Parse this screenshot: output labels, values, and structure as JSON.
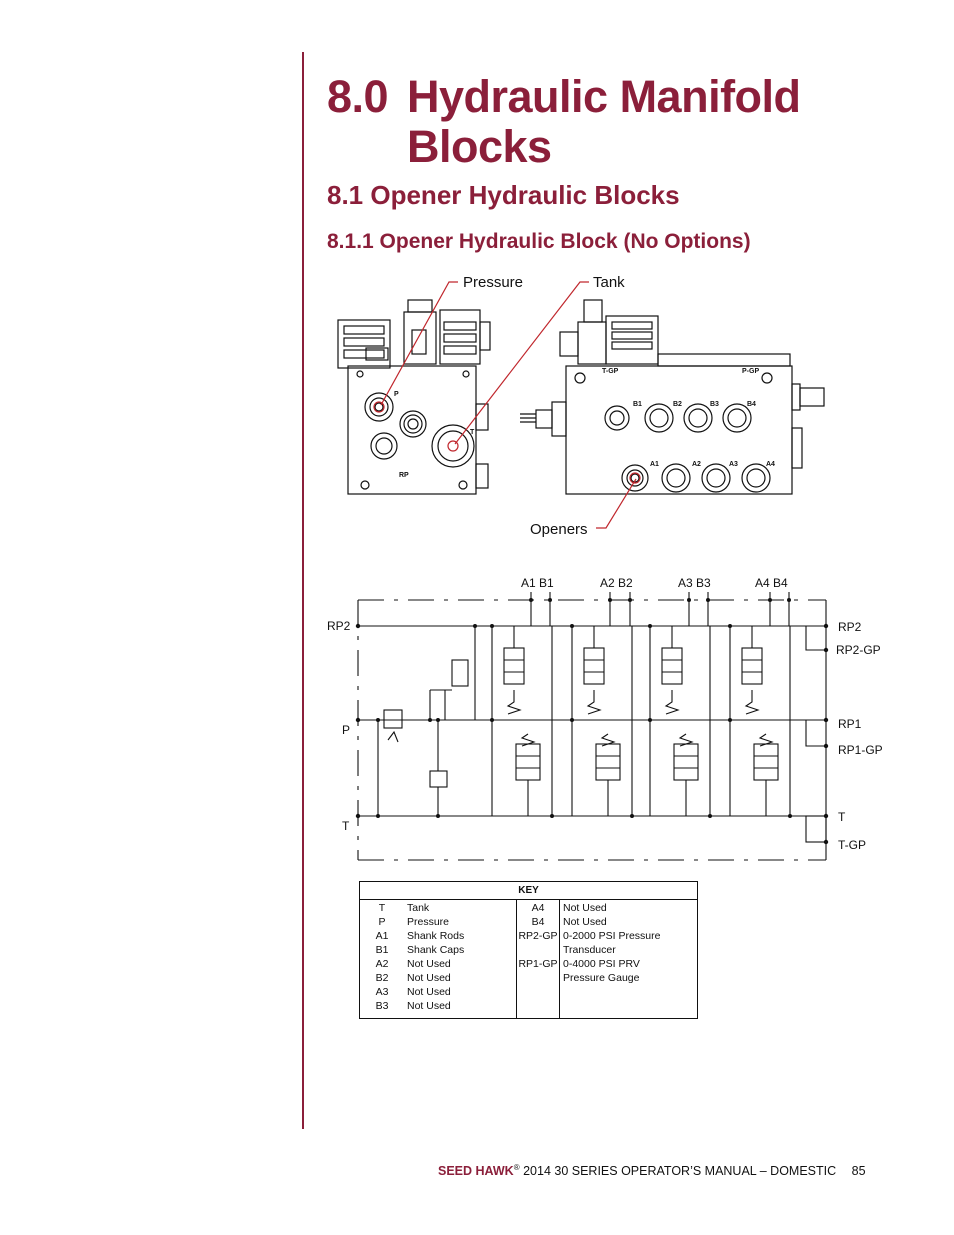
{
  "heading": {
    "number": "8.0",
    "line1": "Hydraulic Manifold",
    "line2": "Blocks"
  },
  "section": "8.1 Opener Hydraulic Blocks",
  "subsection": "8.1.1 Opener Hydraulic Block (No Options)",
  "block_figure": {
    "callouts": {
      "pressure": "Pressure",
      "tank": "Tank",
      "openers": "Openers"
    },
    "left_ports": [
      "P",
      "T",
      "RP"
    ],
    "right_ports": [
      "T-GP",
      "P-GP",
      "B1",
      "B2",
      "B3",
      "B4",
      "A1",
      "A2",
      "A3",
      "A4"
    ]
  },
  "schematic": {
    "top_labels": [
      "A1 B1",
      "A2 B2",
      "A3 B3",
      "A4 B4"
    ],
    "left_labels": [
      "RP2",
      "P",
      "T"
    ],
    "right_labels": [
      "RP2",
      "RP2-GP",
      "RP1",
      "RP1-GP",
      "T",
      "T-GP"
    ]
  },
  "key": {
    "title": "KEY",
    "left_codes": [
      "T",
      "P",
      "A1",
      "B1",
      "A2",
      "B2",
      "A3",
      "B3"
    ],
    "left_descs": [
      "Tank",
      "Pressure",
      "Shank Rods",
      "Shank Caps",
      "Not Used",
      "Not Used",
      "Not Used",
      "Not Used"
    ],
    "right_codes": [
      "A4",
      "B4",
      "RP2-GP",
      "",
      "RP1-GP",
      "",
      "",
      ""
    ],
    "right_descs": [
      "Not Used",
      "Not Used",
      "0-2000 PSI Pressure",
      "Transducer",
      "0-4000 PSI PRV",
      "Pressure Gauge",
      "",
      ""
    ]
  },
  "footer": {
    "brand": "SEED HAWK",
    "reg": "®",
    "text": "2014 30 SERIES OPERATOR’S MANUAL – DOMESTIC",
    "page": "85"
  },
  "colors": {
    "accent": "#8b1f3a",
    "callout_line": "#c0272d"
  }
}
